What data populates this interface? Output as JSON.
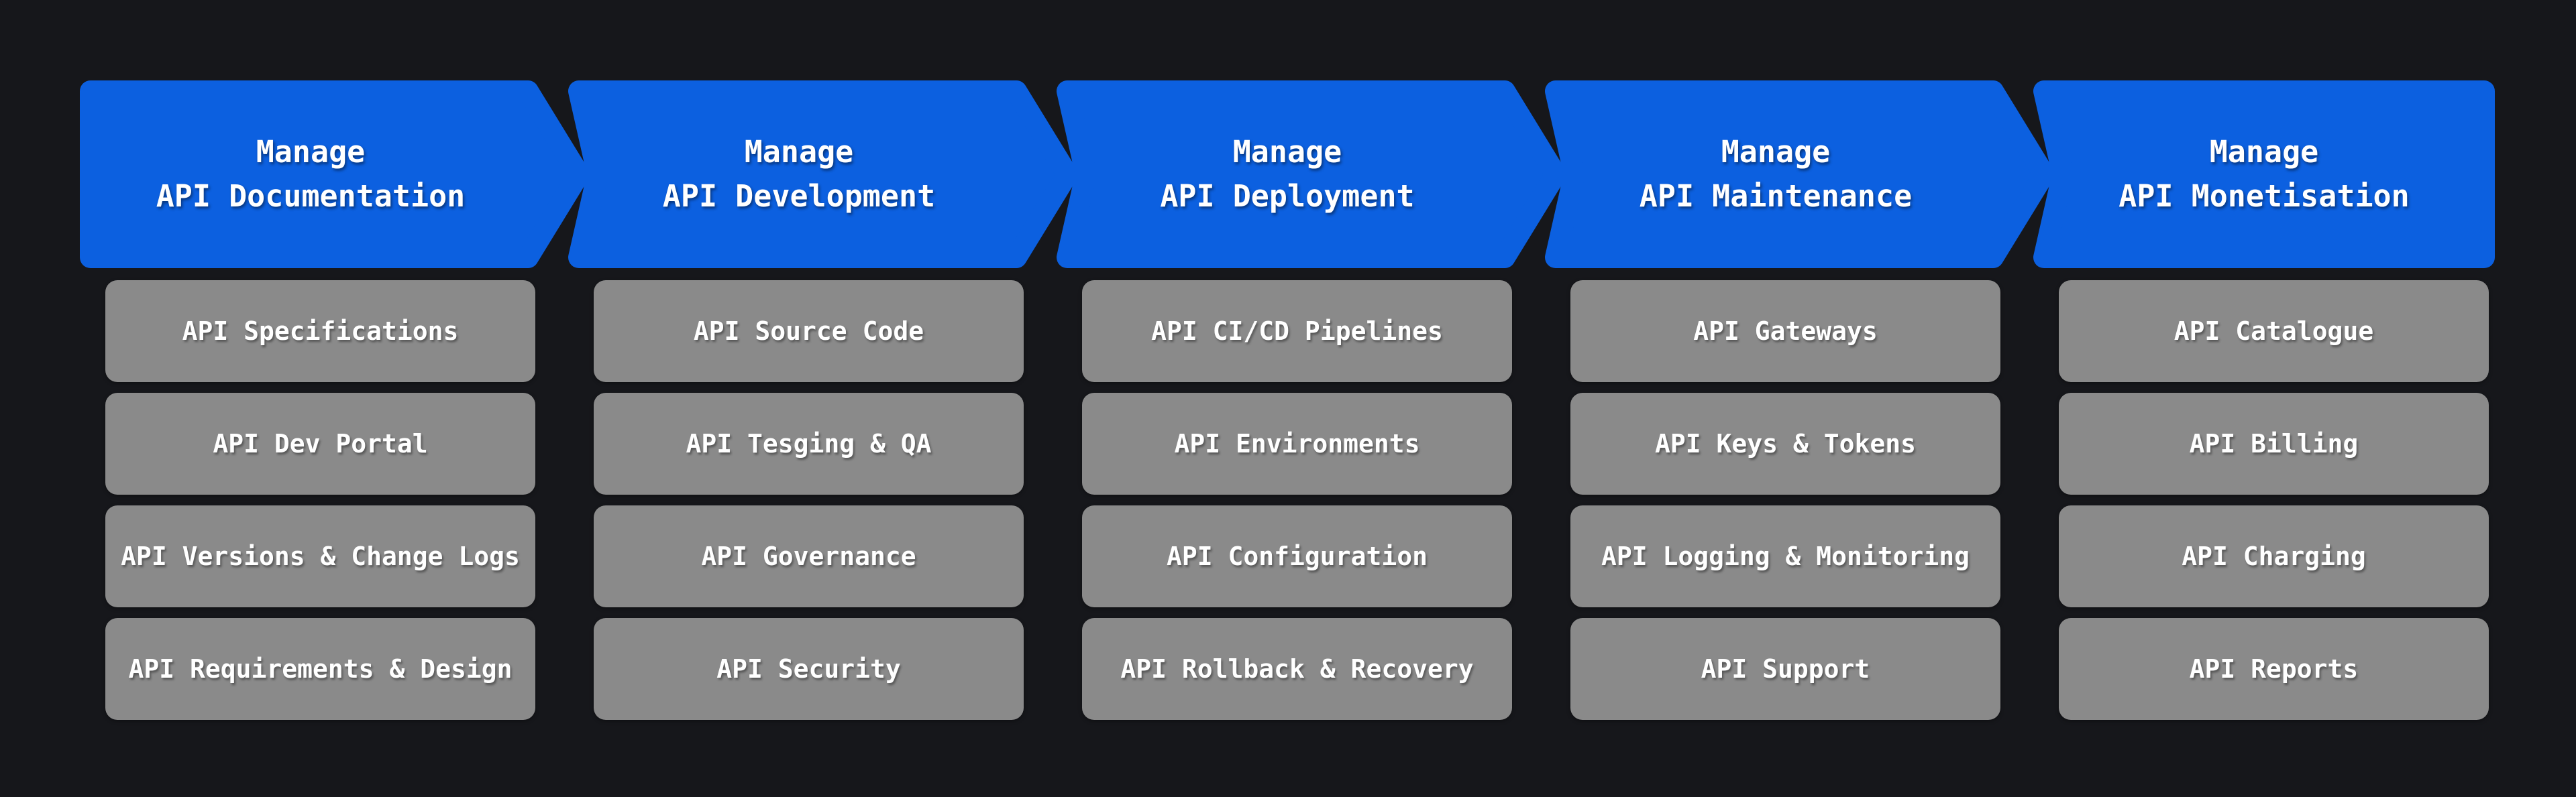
{
  "colors": {
    "background": "#16171b",
    "accent_blue": "#0c60e0",
    "box_gray": "#8a8a8a",
    "text_white": "#ffffff"
  },
  "columns": [
    {
      "header": {
        "line1": "Manage",
        "line2": "API Documentation"
      },
      "items": [
        "API Specifications",
        "API Dev Portal",
        "API Versions & Change Logs",
        "API Requirements & Design"
      ]
    },
    {
      "header": {
        "line1": "Manage",
        "line2": "API Development"
      },
      "items": [
        "API Source Code",
        "API Tesging & QA",
        "API Governance",
        "API Security"
      ]
    },
    {
      "header": {
        "line1": "Manage",
        "line2": "API Deployment"
      },
      "items": [
        "API CI/CD Pipelines",
        "API Environments",
        "API Configuration",
        "API Rollback & Recovery"
      ]
    },
    {
      "header": {
        "line1": "Manage",
        "line2": "API Maintenance"
      },
      "items": [
        "API Gateways",
        "API Keys & Tokens",
        "API Logging & Monitoring",
        "API Support"
      ]
    },
    {
      "header": {
        "line1": "Manage",
        "line2": "API Monetisation"
      },
      "items": [
        "API Catalogue",
        "API Billing",
        "API Charging",
        "API Reports"
      ]
    }
  ]
}
